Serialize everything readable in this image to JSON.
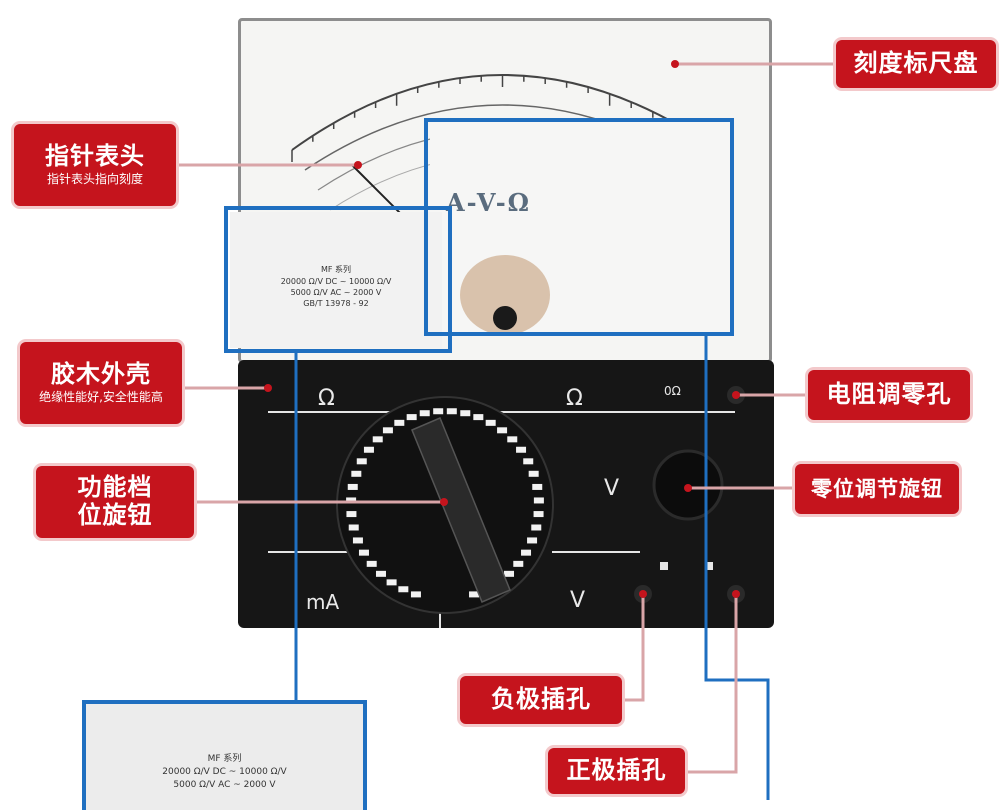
{
  "brand": "A-V-Ω",
  "labels": {
    "scale": {
      "title": "刻度标尺盘"
    },
    "pointer": {
      "title": "指针表头",
      "sub": "指针表头指向刻度"
    },
    "housing": {
      "title": "胶木外壳",
      "sub": "绝缘性能好,安全性能高"
    },
    "selector": {
      "line1": "功能档",
      "line2": "位旋钮"
    },
    "ohm_adjust": {
      "title": "电阻调零孔"
    },
    "zero_knob": {
      "title": "零位调节旋钮"
    },
    "neg_jack": {
      "title": "负极插孔"
    },
    "pos_jack": {
      "title": "正极插孔"
    }
  },
  "panel_symbols": {
    "ohm_left": "Ω",
    "ohm_right": "Ω",
    "v_dc": "V",
    "v_ac": "V",
    "ma": "mA",
    "zero_ohm": "0Ω"
  },
  "spec_plate": {
    "model": "MF 系列",
    "line1": "20000 Ω/V DC ~ 10000 Ω/V",
    "line2": "5000 Ω/V AC ~ 2000 V",
    "line3": "GB/T 13978 - 92"
  },
  "colors": {
    "label_red": "#c5141d",
    "callout_blue": "#1f6fc0",
    "panel_black": "#161616"
  }
}
